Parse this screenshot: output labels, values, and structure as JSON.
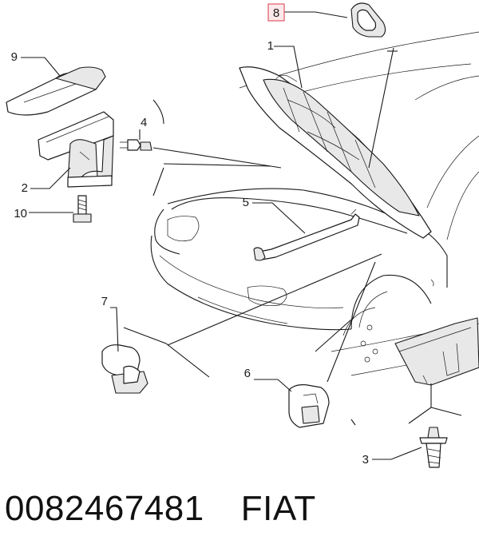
{
  "callouts": [
    {
      "id": "1",
      "label": "1",
      "part": "bonnet"
    },
    {
      "id": "2",
      "label": "2",
      "part": "bonnet-lock-bracket"
    },
    {
      "id": "3",
      "label": "3",
      "part": "push-clip"
    },
    {
      "id": "4",
      "label": "4",
      "part": "bolt"
    },
    {
      "id": "5",
      "label": "5",
      "part": "bonnet-stay-rod"
    },
    {
      "id": "6",
      "label": "6",
      "part": "rubber-buffer"
    },
    {
      "id": "7",
      "label": "7",
      "part": "rod-holder-clip"
    },
    {
      "id": "8",
      "label": "8",
      "part": "bump-stop",
      "highlighted": true
    },
    {
      "id": "9",
      "label": "9",
      "part": "lock-cover"
    },
    {
      "id": "10",
      "label": "10",
      "part": "screw"
    }
  ],
  "colors": {
    "line": "#1a1a1a",
    "highlight_border": "#e05a6a",
    "highlight_fill": "#fde8ea"
  },
  "caption": {
    "part_number": "0082467481",
    "brand": "FIAT"
  }
}
